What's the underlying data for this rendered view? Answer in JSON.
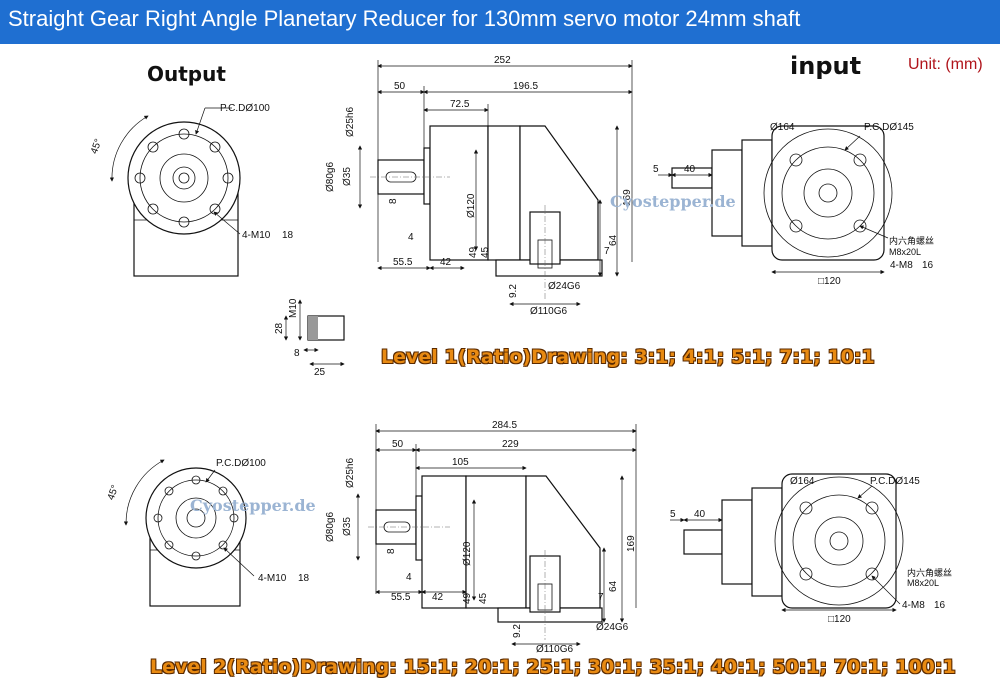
{
  "title": "Straight Gear Right Angle Planetary Reducer for 130mm servo motor 24mm shaft",
  "labels": {
    "output": "Output",
    "input": "input",
    "unit": "Unit: (mm)"
  },
  "watermark": "Cyostepper.de",
  "levels": {
    "level1": "Level 1(Ratio)Drawing: 3:1;  4:1;  5:1;  7:1;  10:1",
    "level2": "Level 2(Ratio)Drawing: 15:1; 20:1; 25:1; 30:1; 35:1; 40:1; 50:1; 70:1; 100:1"
  },
  "drawing1": {
    "pcd_output": "P.C.DØ100",
    "angle": "45°",
    "bolts_output": "4-M10",
    "bolts_output_depth": "18",
    "total_length": "252",
    "shaft_len": "50",
    "body_len": "196.5",
    "flange_len": "72.5",
    "d25": "Ø25h6",
    "d80": "Ø80g6",
    "d35": "Ø35",
    "key": "8",
    "d120": "Ø120",
    "h169": "169",
    "d4": "4",
    "d49": "49",
    "d45": "45",
    "d55": "55.5",
    "d42": "42",
    "d7": "7",
    "d64": "64",
    "d92": "9.2",
    "d24": "Ø24G6",
    "d110": "Ø110G6",
    "d164": "Ø164",
    "pcd_input": "P.C.DØ145",
    "d5": "5",
    "d40": "40",
    "socket_cn": "内六角螺丝",
    "socket_spec": "M8x20L",
    "bolts_input": "4-M8",
    "bolts_input_depth": "16",
    "sq120": "□120",
    "tap_m10": "M10",
    "tap_28": "28",
    "tap_8": "8",
    "tap_25": "25"
  },
  "drawing2": {
    "pcd_output": "P.C.DØ100",
    "angle": "45°",
    "bolts_output": "4-M10",
    "bolts_output_depth": "18",
    "total_length": "284.5",
    "shaft_len": "50",
    "body_len": "229",
    "flange_len": "105",
    "d25": "Ø25h6",
    "d80": "Ø80g6",
    "d35": "Ø35",
    "key": "8",
    "d120": "Ø120",
    "h169": "169",
    "d4": "4",
    "d49": "49",
    "d45": "45",
    "d55": "55.5",
    "d42": "42",
    "d7": "7",
    "d64": "64",
    "d92": "9.2",
    "d24": "Ø24G6",
    "d110": "Ø110G6",
    "d164": "Ø164",
    "pcd_input": "P.C.DØ145",
    "d5": "5",
    "d40": "40",
    "socket_cn": "内六角螺丝",
    "socket_spec": "M8x20L",
    "bolts_input": "4-M8",
    "bolts_input_depth": "16",
    "sq120": "□120"
  }
}
